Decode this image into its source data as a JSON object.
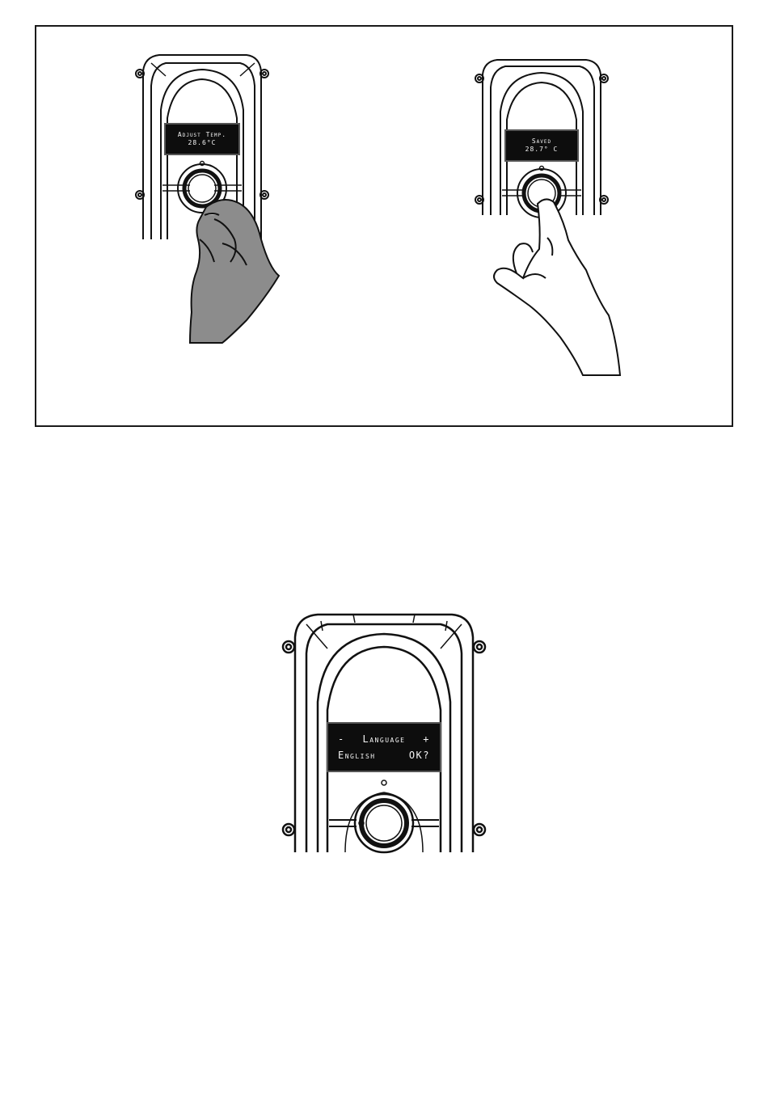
{
  "panel1": {
    "line1": "Adjust Temp.",
    "line2": "28.6°C"
  },
  "panel2": {
    "line1": "Saved",
    "line2": "28.7° C"
  },
  "panel3": {
    "minus": "-",
    "title": "Language",
    "plus": "+",
    "value": "English",
    "confirm": "OK?"
  }
}
